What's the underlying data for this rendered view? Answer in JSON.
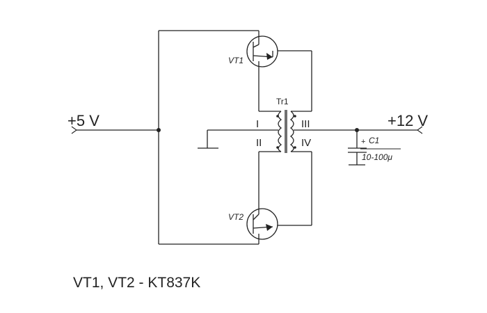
{
  "labels": {
    "input_voltage": "+5 V",
    "output_voltage": "+12 V",
    "transistor_top": "VT1",
    "transistor_bottom": "VT2",
    "transformer": "Tr1",
    "winding_1": "I",
    "winding_2": "II",
    "winding_3": "III",
    "winding_4": "IV",
    "capacitor": "C1",
    "capacitor_plus": "+",
    "capacitor_value": "10-100μ",
    "parts_note": "VT1, VT2 - KT837K"
  }
}
